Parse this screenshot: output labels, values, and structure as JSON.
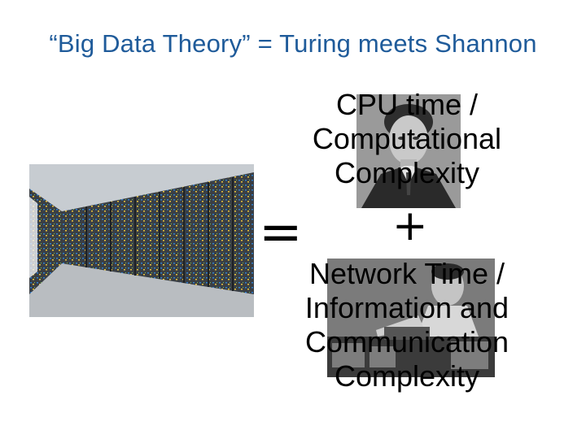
{
  "slide": {
    "title": "“Big Data Theory” = Turing meets Shannon",
    "images": {
      "left": "server-room-photo",
      "top_right": "turing-portrait",
      "bottom_right": "shannon-portrait"
    },
    "operators": {
      "equals": "=",
      "plus": "+"
    },
    "cpu_label": {
      "lines": [
        "CPU time /",
        "Computational",
        "Complexity"
      ]
    },
    "network_label": {
      "lines": [
        "Network Time /",
        "Information and",
        "Communication",
        "Complexity"
      ]
    },
    "colors": {
      "title": "#1f5b9a",
      "text": "#000000",
      "background": "#ffffff"
    }
  }
}
